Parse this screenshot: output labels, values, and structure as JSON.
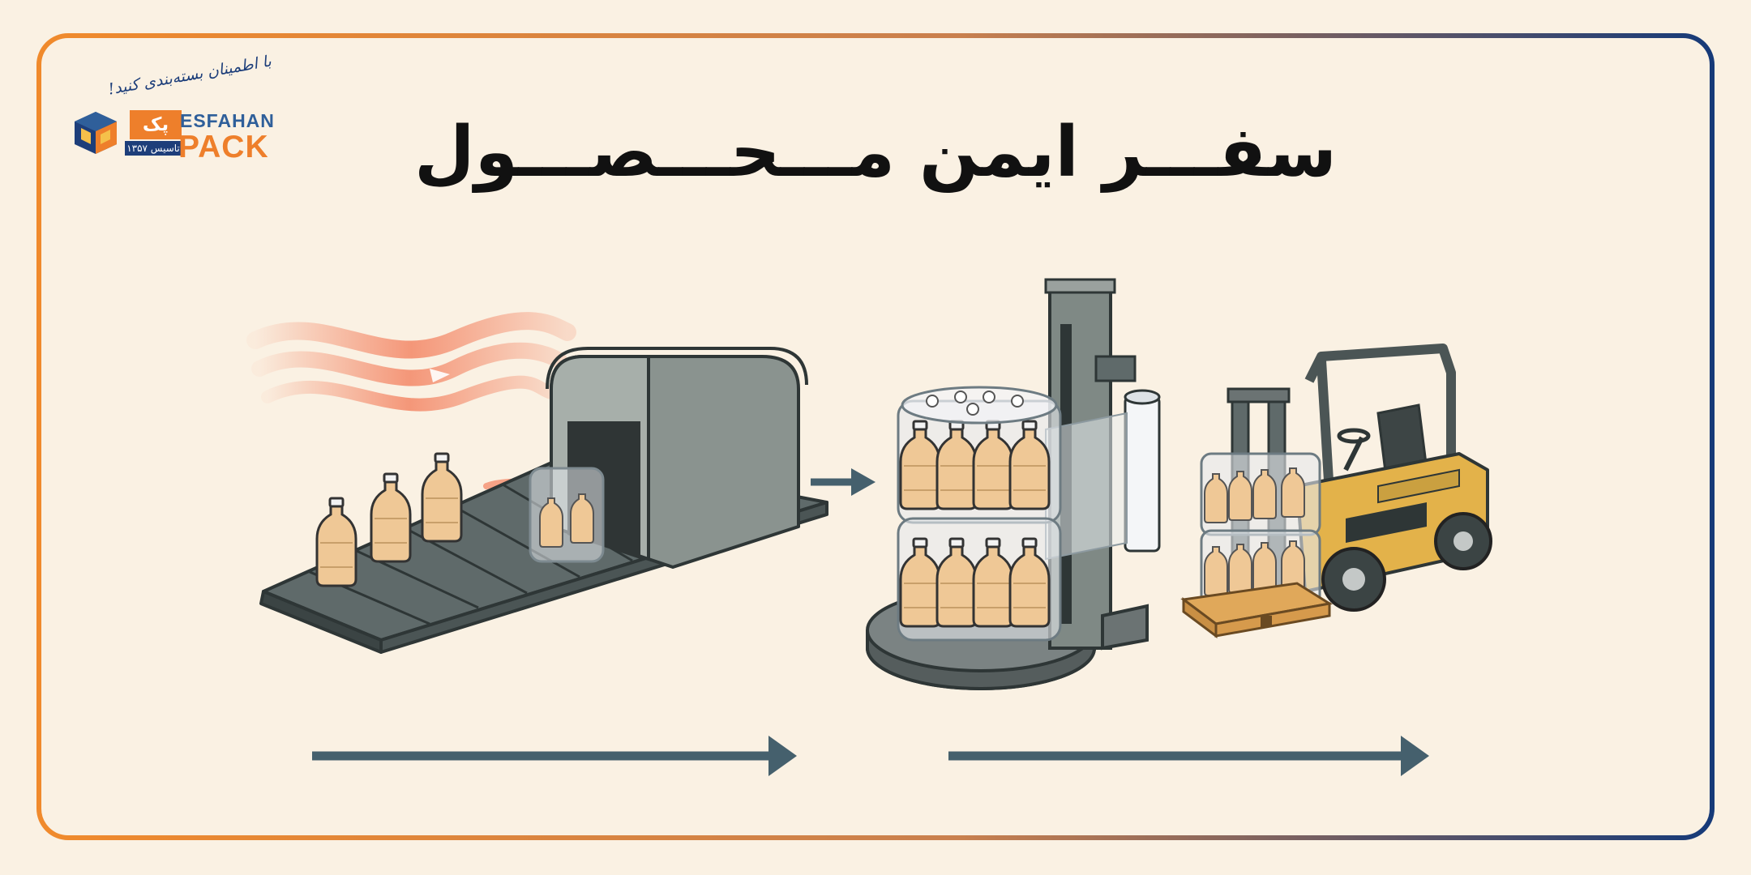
{
  "title": "سفـــر ایمن مـــحـــصـــول",
  "logo": {
    "slogan": "با اطمینان بسته‌بندی کنید!",
    "name_fa": "پک",
    "name_top": "ESFAHAN",
    "name_bottom": "PACK",
    "established": "تاسیس ۱۳۵۷"
  },
  "colors": {
    "background": "#faf1e3",
    "frame_start": "#f08a2c",
    "frame_end": "#163a78",
    "arrow": "#45606d",
    "heat": "#f3805e",
    "machine": "#7f8985",
    "forklift": "#e3b24a",
    "bottle": "#efc896"
  }
}
